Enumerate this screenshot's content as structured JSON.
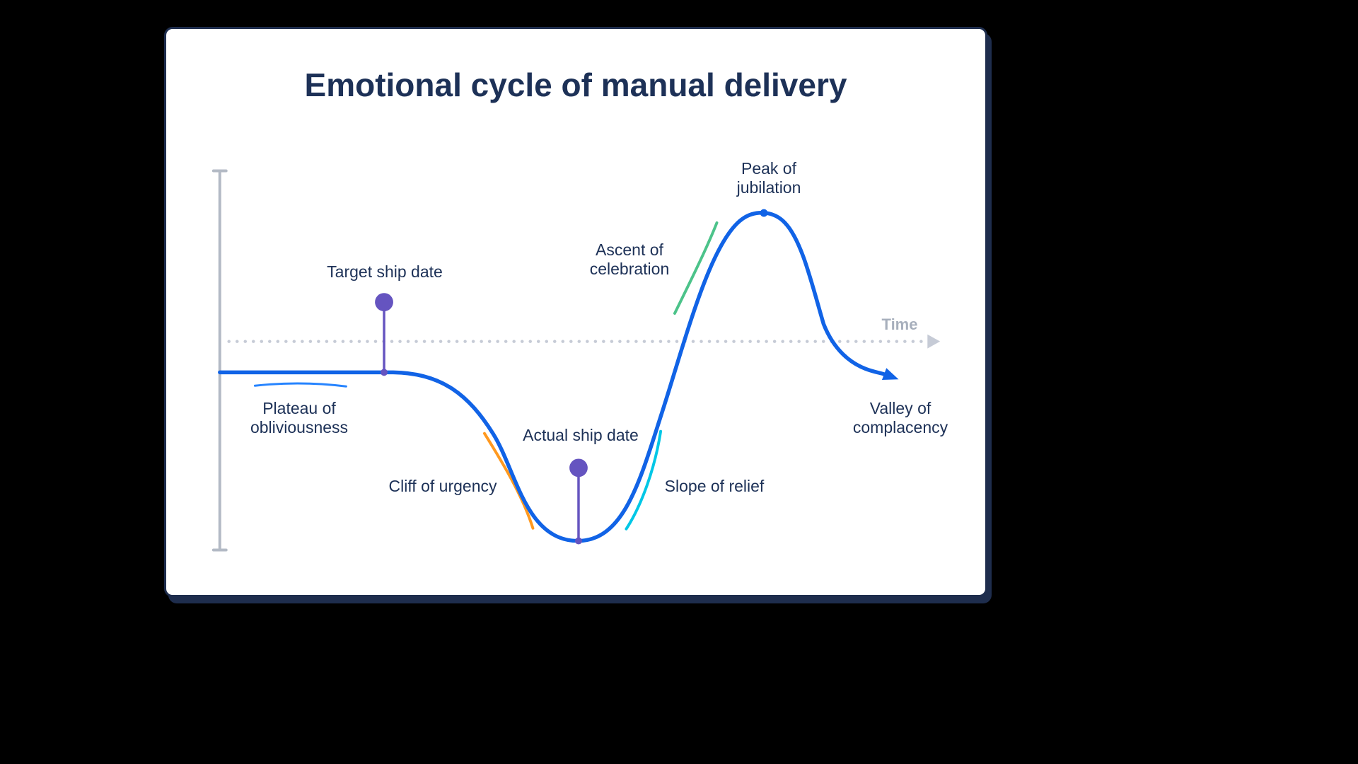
{
  "title": "Emotional cycle of manual delivery",
  "time_axis": {
    "label": "Time"
  },
  "annotations": {
    "target_ship_date": {
      "text": "Target ship date"
    },
    "plateau": {
      "line1": "Plateau of",
      "line2": "obliviousness"
    },
    "cliff": {
      "text": "Cliff of urgency"
    },
    "actual_ship_date": {
      "text": "Actual ship date"
    },
    "slope": {
      "text": "Slope of relief"
    },
    "ascent": {
      "line1": "Ascent of",
      "line2": "celebration"
    },
    "peak": {
      "line1": "Peak of",
      "line2": "jubilation"
    },
    "valley": {
      "line1": "Valley of",
      "line2": "complacency"
    }
  },
  "colors": {
    "curve_blue": "#1163E6",
    "pin_purple": "#6554C0",
    "plateau_blue": "#2684FF",
    "cliff_orange": "#FF991F",
    "slope_cyan": "#00C7E6",
    "ascent_green": "#4CC38A",
    "axis_gray": "#B3BAC5",
    "dotted_gray": "#C6CBD6",
    "time_gray": "#A7AFBC",
    "text_navy": "#1D3157",
    "card_shadow_navy": "#1E2D4D"
  }
}
